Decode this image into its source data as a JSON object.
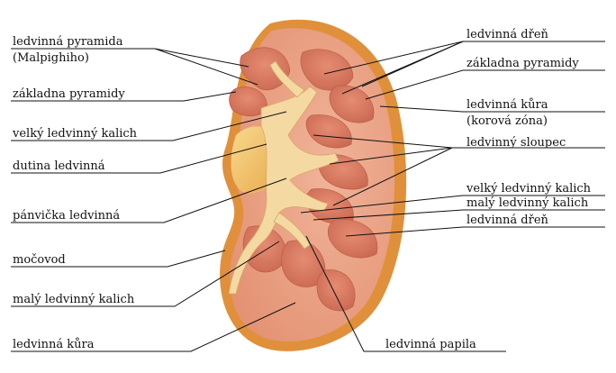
{
  "diagram": {
    "left_labels": [
      {
        "id": "renal-pyramid",
        "lines": [
          "ledvinná pyramida",
          "(Malpighiho)"
        ]
      },
      {
        "id": "pyramid-base-left",
        "lines": [
          "základna pyramidy"
        ]
      },
      {
        "id": "major-calyx-left",
        "lines": [
          "velký ledvinný kalich"
        ]
      },
      {
        "id": "renal-sinus",
        "lines": [
          "dutina ledvinná"
        ]
      },
      {
        "id": "renal-pelvis",
        "lines": [
          "pánvička ledvinná"
        ]
      },
      {
        "id": "ureter",
        "lines": [
          "močovod"
        ]
      },
      {
        "id": "minor-calyx-left",
        "lines": [
          "malý ledvinný kalich"
        ]
      },
      {
        "id": "renal-cortex-left",
        "lines": [
          "ledvinná kůra"
        ]
      }
    ],
    "right_labels": [
      {
        "id": "renal-medulla-top",
        "lines": [
          "ledvinná dřeň"
        ]
      },
      {
        "id": "pyramid-base-right",
        "lines": [
          "základna pyramidy"
        ]
      },
      {
        "id": "renal-cortex-right",
        "lines": [
          "ledvinná kůra",
          "(korová zóna)"
        ]
      },
      {
        "id": "renal-column",
        "lines": [
          "ledvinný sloupec"
        ]
      },
      {
        "id": "major-calyx-right",
        "lines": [
          "velký ledvinný kalich"
        ]
      },
      {
        "id": "minor-calyx-right",
        "lines": [
          "malý ledvinný kalich"
        ]
      },
      {
        "id": "renal-medulla-bottom",
        "lines": [
          "ledvinná dřeň"
        ]
      }
    ],
    "bottom_labels": [
      {
        "id": "renal-papilla",
        "lines": [
          "ledvinná papila"
        ]
      }
    ],
    "colors": {
      "capsule": "#e0903a",
      "cortex": "#e9a58a",
      "medulla": "#d97a62",
      "sinus_fat": "#f3c56f",
      "pelvis": "#f4d9a3",
      "leader": "#111111"
    }
  }
}
